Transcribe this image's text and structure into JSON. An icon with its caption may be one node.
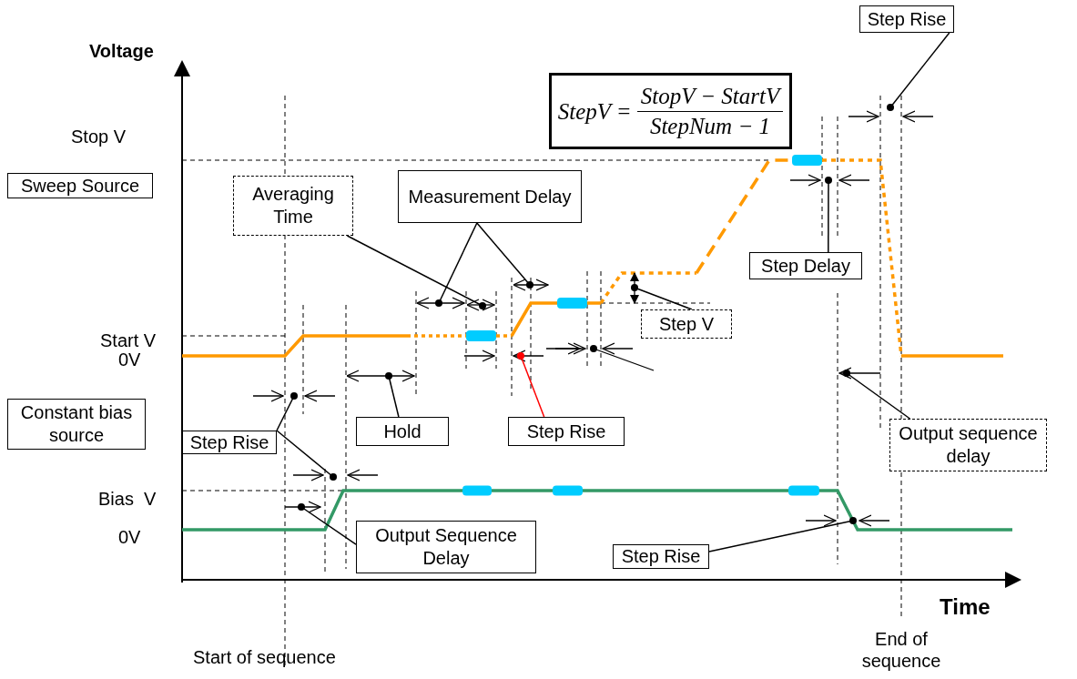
{
  "diagram": {
    "nodes": [
      {
        "text": [
          "Sweep Source"
        ]
      },
      {
        "text": [
          "Constant bias source"
        ]
      },
      {
        "text": [
          "Averaging Time"
        ]
      },
      {
        "text": [
          "Measurement Delay"
        ]
      },
      {
        "text": [
          "StepV =",
          "StopV − StartV",
          "StepNum − 1"
        ]
      },
      {
        "text": [
          "Step Rise"
        ]
      },
      {
        "text": [
          "Step Delay"
        ]
      },
      {
        "text": [
          "Step V"
        ]
      },
      {
        "text": [
          "Step Rise"
        ]
      },
      {
        "text": [
          "Hold"
        ]
      },
      {
        "text": [
          "Step Rise"
        ]
      },
      {
        "text": [
          "Output sequence delay"
        ]
      },
      {
        "text": [
          "Output Sequence Delay"
        ]
      },
      {
        "text": [
          "Step Rise"
        ]
      }
    ],
    "edges": [
      {
        "from": 2,
        "to": null,
        "arrow": "other"
      },
      {
        "from": 3,
        "to": null,
        "arrow": "other"
      },
      {
        "from": 3,
        "to": null,
        "arrow": "other"
      },
      {
        "from": 5,
        "to": null,
        "arrow": "other"
      },
      {
        "from": 6,
        "to": null,
        "arrow": "other"
      },
      {
        "from": 7,
        "to": null,
        "arrow": "other"
      },
      {
        "from": 8,
        "to": null,
        "arrow": "other"
      },
      {
        "from": 8,
        "to": null,
        "arrow": "other"
      },
      {
        "from": 9,
        "to": null,
        "arrow": "other"
      },
      {
        "from": 10,
        "to": null,
        "arrow": "other",
        "color": "#ff0000"
      },
      {
        "from": 11,
        "to": null,
        "arrow": "other"
      },
      {
        "from": 12,
        "to": null,
        "arrow": "other"
      },
      {
        "from": 13,
        "to": null,
        "arrow": "other"
      }
    ],
    "labels": [
      "Voltage",
      "Stop V",
      "Start V",
      "0V",
      "Bias  V",
      "0V",
      "Time",
      "Start of sequence",
      "End of sequence"
    ]
  }
}
